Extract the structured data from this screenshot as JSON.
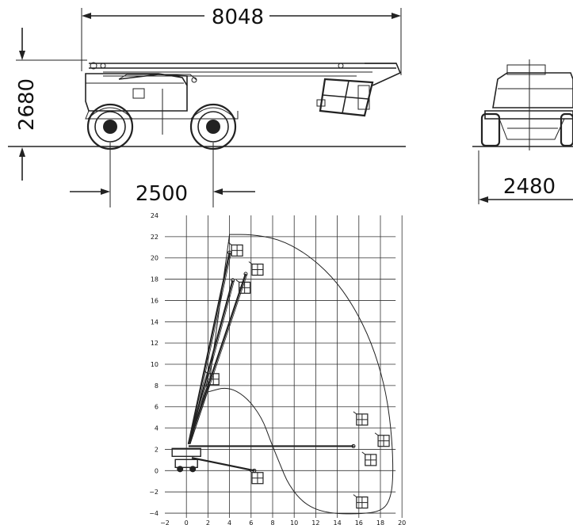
{
  "dimensions": {
    "overall_length": "8048",
    "overall_height": "2680",
    "wheelbase": "2500",
    "overall_width": "2480"
  },
  "chart_data": {
    "type": "diagram",
    "x_ticks": [
      "−2",
      "0",
      "2",
      "4",
      "6",
      "8",
      "10",
      "12",
      "14",
      "16",
      "18",
      "20"
    ],
    "y_ticks": [
      "24",
      "22",
      "20",
      "18",
      "16",
      "14",
      "12",
      "10",
      "8",
      "6",
      "4",
      "2",
      "0",
      "−2",
      "−4"
    ],
    "xlim": [
      -2,
      20
    ],
    "ylim": [
      -4,
      24
    ],
    "grid": true,
    "envelope": [
      [
        4,
        22.2
      ],
      [
        6,
        22.2
      ],
      [
        8.5,
        21.8
      ],
      [
        11,
        20.5
      ],
      [
        13.5,
        18.3
      ],
      [
        15.5,
        15.5
      ],
      [
        17.2,
        12
      ],
      [
        18.4,
        8
      ],
      [
        19,
        4
      ],
      [
        19.2,
        0
      ],
      [
        19,
        -2.5
      ],
      [
        18.2,
        -3.8
      ],
      [
        16,
        -4.1
      ],
      [
        13,
        -4
      ],
      [
        11,
        -3.2
      ],
      [
        9.5,
        -1.4
      ],
      [
        8.6,
        0.8
      ],
      [
        7.8,
        2.8
      ],
      [
        7,
        5
      ],
      [
        5.5,
        7
      ],
      [
        3.8,
        7.9
      ],
      [
        2,
        7.4
      ]
    ],
    "boom_positions": [
      {
        "base": [
          0.2,
          2.5
        ],
        "tip": [
          4,
          20.5
        ]
      },
      {
        "base": [
          0.2,
          2.5
        ],
        "tip": [
          5.5,
          18.5
        ]
      },
      {
        "base": [
          0.2,
          2.5
        ],
        "tip": [
          4.3,
          17.9
        ]
      },
      {
        "base": [
          0.2,
          2.5
        ],
        "tip": [
          2,
          8
        ]
      },
      {
        "base": [
          0.2,
          2.3
        ],
        "tip": [
          15.5,
          2.3
        ]
      },
      {
        "base": [
          0.5,
          1.2
        ],
        "tip": [
          6.3,
          0
        ]
      }
    ],
    "platforms": [
      [
        4.7,
        20.7
      ],
      [
        6.6,
        18.9
      ],
      [
        5.4,
        17.2
      ],
      [
        2.5,
        8.6
      ],
      [
        6.6,
        -0.7
      ],
      [
        16.3,
        4.8
      ],
      [
        18.3,
        2.8
      ],
      [
        17.1,
        1
      ],
      [
        16.3,
        -3
      ]
    ]
  }
}
